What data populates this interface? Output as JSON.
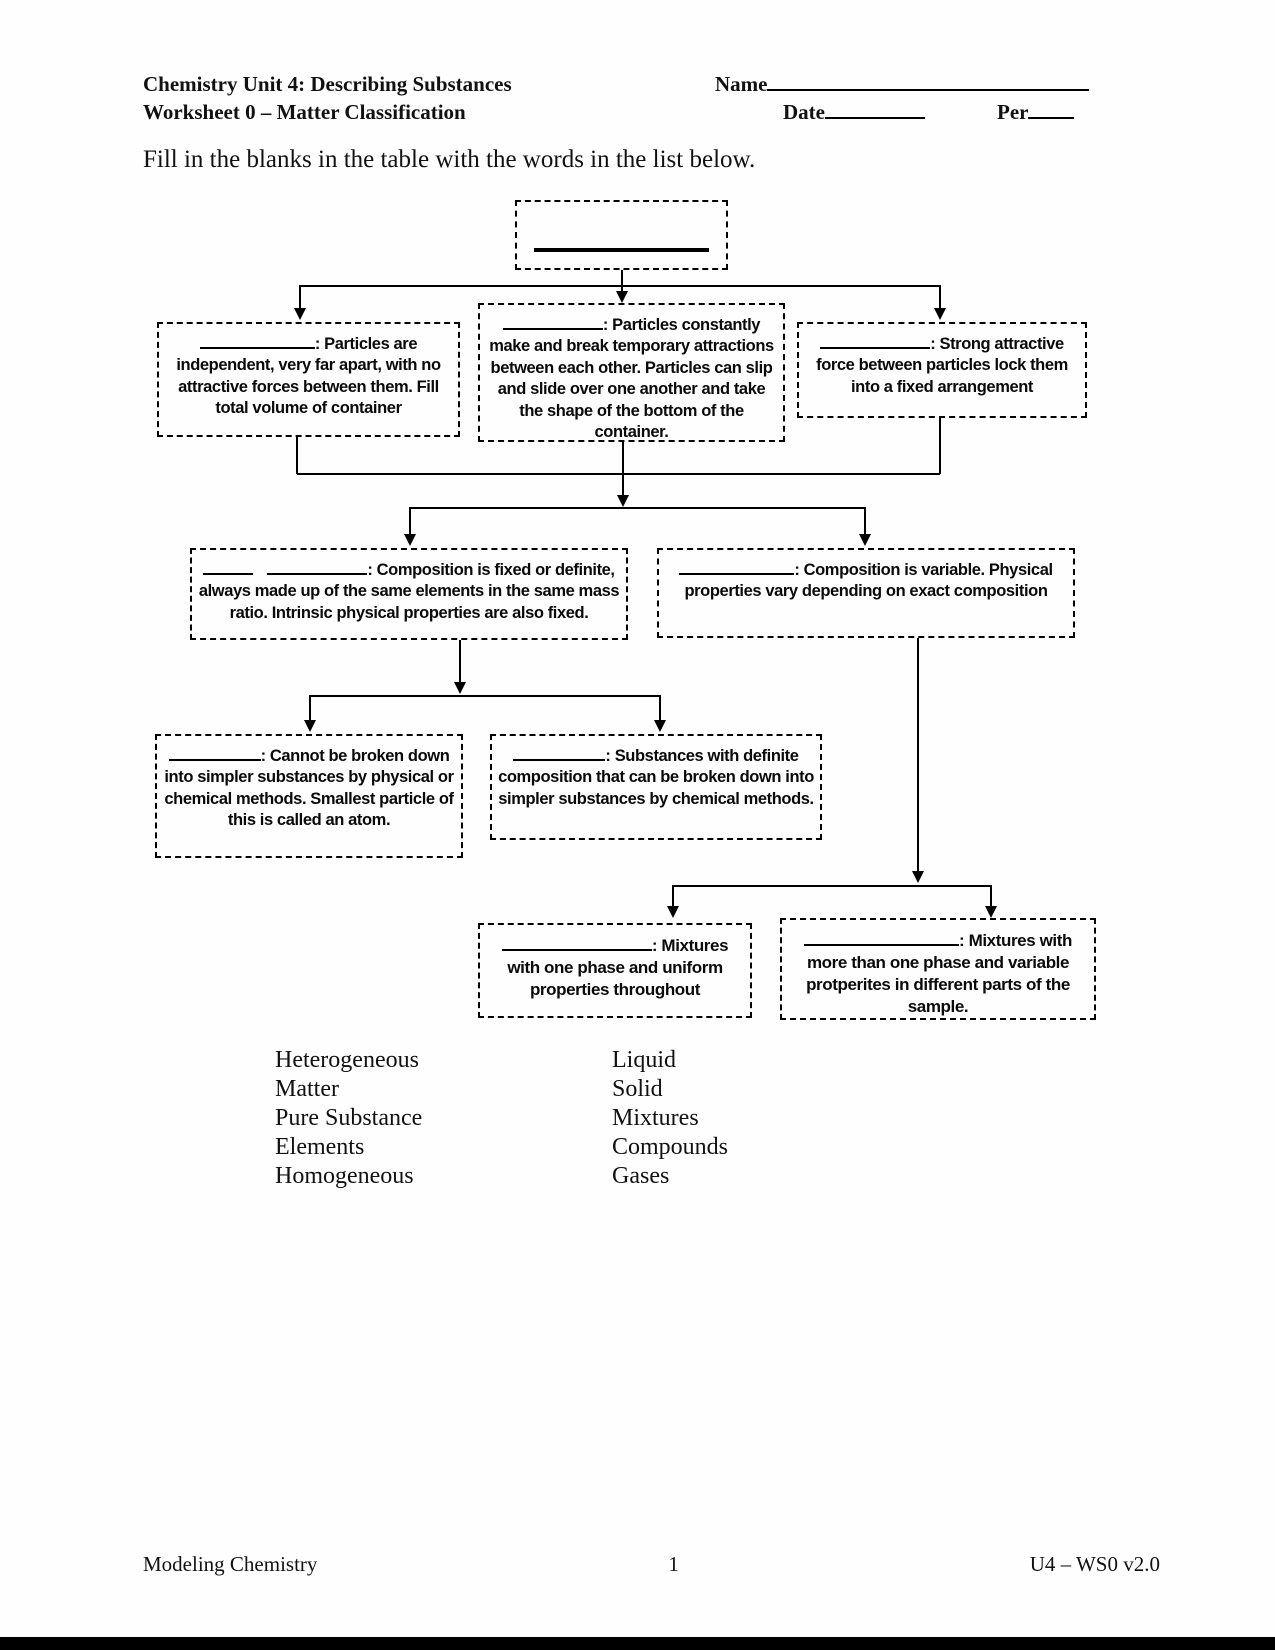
{
  "header": {
    "course_line": "Chemistry Unit 4: Describing Substances",
    "worksheet_line": "Worksheet 0 – Matter Classification",
    "name_label": "Name",
    "date_label": "Date",
    "per_label": "Per"
  },
  "instruction": "Fill in the blanks in the table with the words in the list below.",
  "flowchart": {
    "gases_desc": ": Particles are independent, very far apart, with no attractive forces between them. Fill total volume of container",
    "liquid_desc": ": Particles constantly make and break temporary attractions between each other.  Particles can slip and slide over one another and take the shape of the bottom of the container.",
    "solid_desc": ": Strong attractive force between particles lock them into a fixed arrangement",
    "pure_substance_desc": ": Composition is fixed or definite, always made up of the same elements in the same mass ratio. Intrinsic physical properties are also fixed.",
    "mixtures_desc": ": Composition is variable. Physical properties vary depending on exact composition",
    "elements_desc": ": Cannot be broken down into simpler substances by physical or chemical methods.  Smallest particle of this is called an atom.",
    "compounds_desc": ": Substances with definite composition that can be broken down into simpler substances by chemical methods.",
    "homogeneous_desc": ":  Mixtures with one phase and uniform properties throughout",
    "heterogeneous_desc": ":  Mixtures with more than one phase and variable protperites in different parts of the sample."
  },
  "word_list": {
    "left": [
      "Heterogeneous",
      "Matter",
      "Pure Substance",
      "Elements",
      "Homogeneous"
    ],
    "right": [
      "Liquid",
      "Solid",
      "Mixtures",
      "Compounds",
      "Gases"
    ]
  },
  "footer": {
    "left": "Modeling Chemistry",
    "page_number": "1",
    "right": "U4 – WS0 v2.0"
  }
}
